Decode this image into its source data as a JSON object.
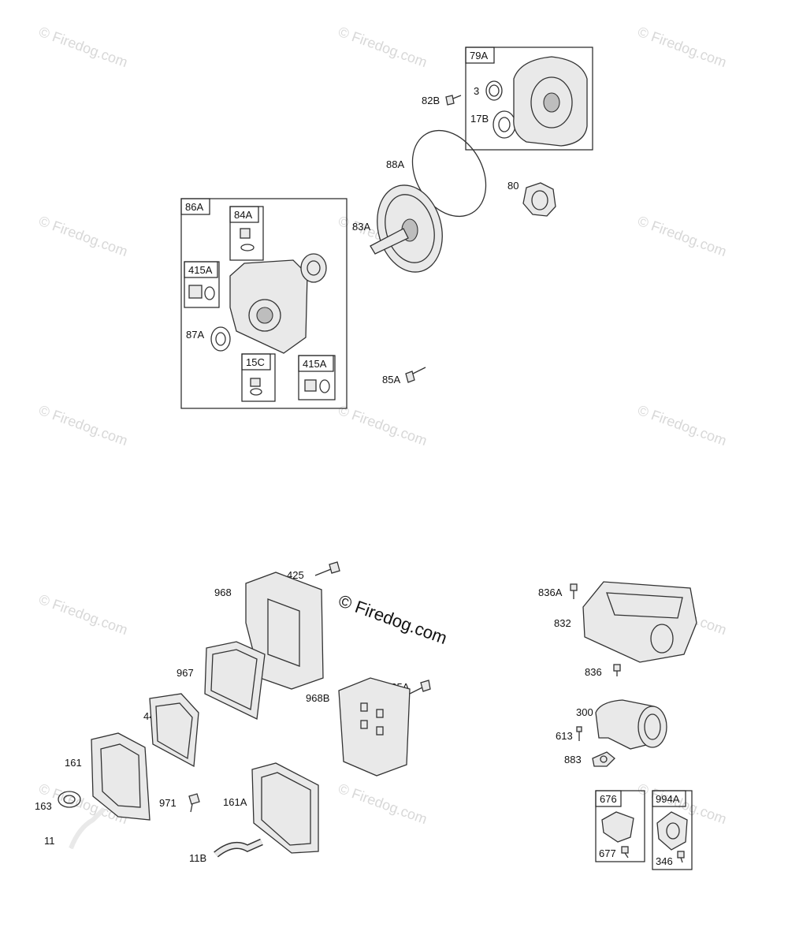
{
  "watermark": {
    "text": "© Firedog.com",
    "center_text": "© Firedog.com"
  },
  "boxes": {
    "b79A": "79A",
    "b86A": "86A",
    "b84A": "84A",
    "b415A_1": "415A",
    "b15C": "15C",
    "b415A_2": "415A",
    "b676": "676",
    "b994A": "994A"
  },
  "labels": {
    "l82B": "82B",
    "l3": "3",
    "l17B": "17B",
    "l88A": "88A",
    "l80": "80",
    "l83A": "83A",
    "l87A": "87A",
    "l85A": "85A",
    "l425": "425",
    "l968": "968",
    "l967": "967",
    "l425A": "425A",
    "l968B": "968B",
    "l445": "445",
    "l161": "161",
    "l163": "163",
    "l971": "971",
    "l161A": "161A",
    "l11": "11",
    "l11B": "11B",
    "l836A": "836A",
    "l832": "832",
    "l836": "836",
    "l300": "300",
    "l613": "613",
    "l883": "883",
    "l677": "677",
    "l346": "346"
  }
}
